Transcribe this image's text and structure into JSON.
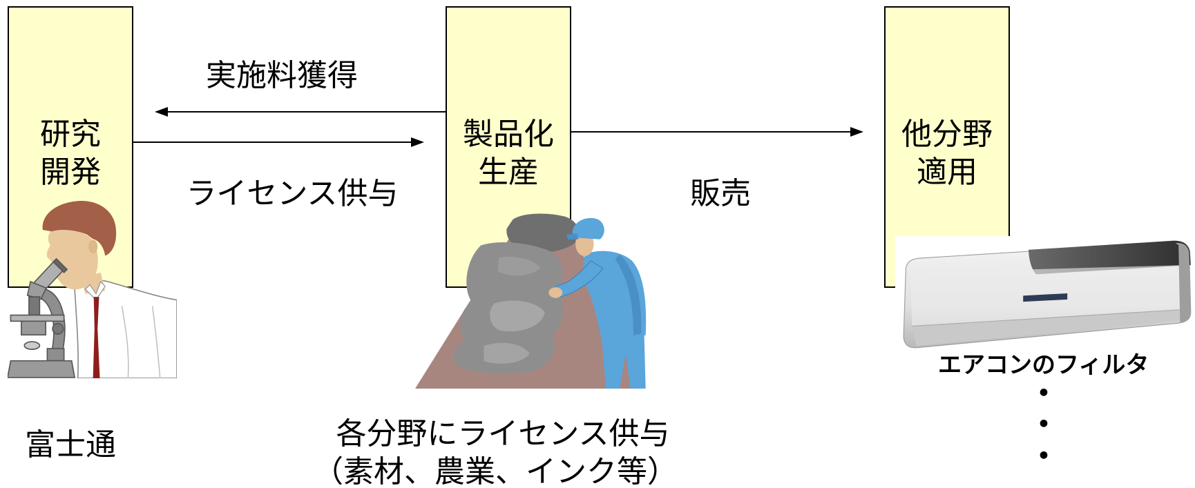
{
  "boxes": [
    {
      "lines": [
        "研究",
        "開発"
      ]
    },
    {
      "lines": [
        "製品化",
        "生産"
      ]
    },
    {
      "lines": [
        "他分野",
        "適用"
      ]
    }
  ],
  "flows": {
    "royalty": "実施料獲得",
    "license": "ライセンス供与",
    "sales": "販売"
  },
  "captions": {
    "company": "富士通",
    "licensing": [
      "各分野にライセンス供与",
      "（素材、農業、インク等）"
    ],
    "application": "エアコンのフィルタ",
    "more": [
      "・",
      "・",
      "・"
    ]
  },
  "illustrations": {
    "research": "scientist-microscope-icon",
    "production": "factory-worker-conveyor-icon",
    "application": "air-conditioner-icon"
  },
  "colors": {
    "box_fill": "#FFFFCC",
    "box_border": "#000000",
    "arrow": "#000000"
  }
}
